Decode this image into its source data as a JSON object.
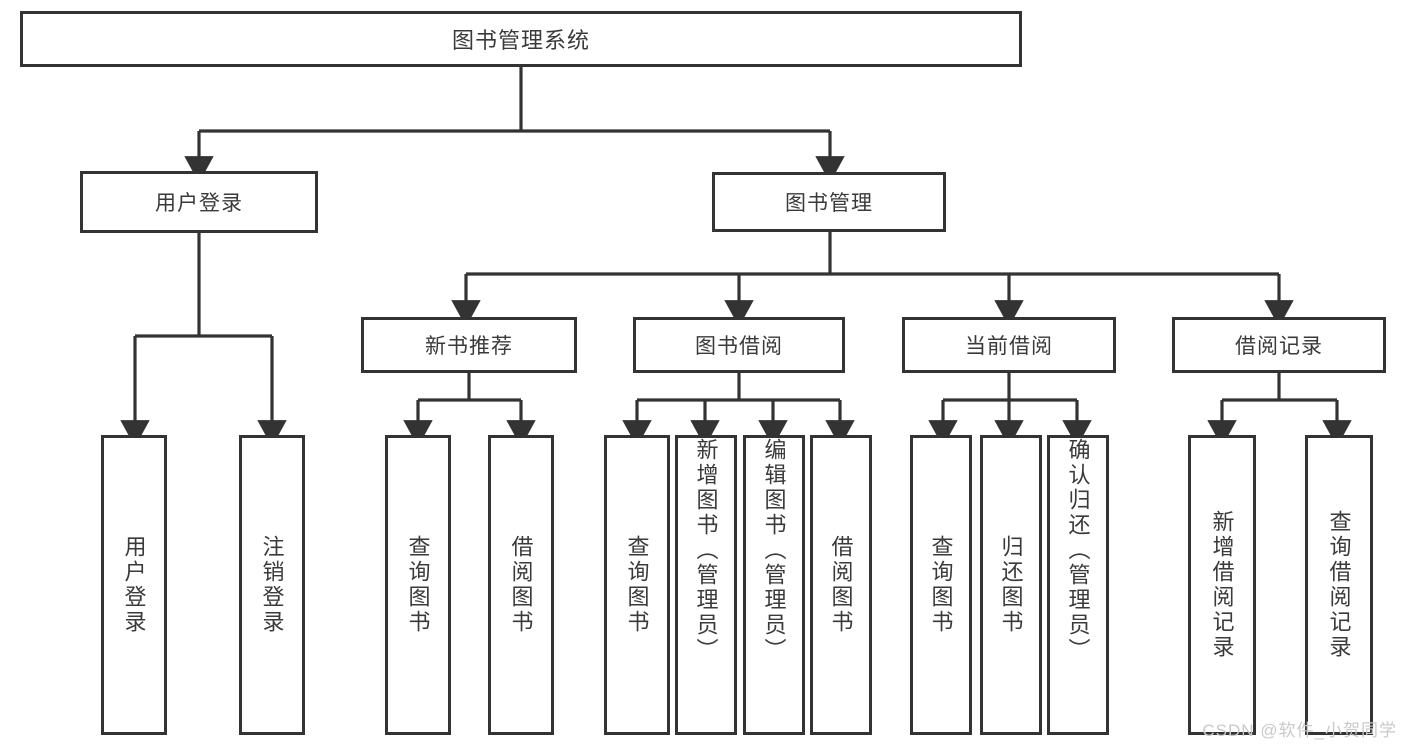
{
  "diagram": {
    "title": "图书管理系统",
    "type": "tree-hierarchy",
    "colors": {
      "box_border": "#333333",
      "box_fill": "#ffffff",
      "connector": "#333333",
      "text": "#3a3a3a",
      "watermark": "#c9c9c9"
    },
    "root": {
      "label": "图书管理系统"
    },
    "level2": [
      {
        "id": "user-login",
        "label": "用户登录"
      },
      {
        "id": "book-manage",
        "label": "图书管理"
      }
    ],
    "level3": [
      {
        "id": "new-book-rec",
        "label": "新书推荐",
        "parent": "book-manage"
      },
      {
        "id": "book-borrow",
        "label": "图书借阅",
        "parent": "book-manage"
      },
      {
        "id": "current-borrow",
        "label": "当前借阅",
        "parent": "book-manage"
      },
      {
        "id": "borrow-record",
        "label": "借阅记录",
        "parent": "book-manage"
      }
    ],
    "leaves": [
      {
        "id": "leaf-user-login",
        "label": "用户登录",
        "parent": "user-login"
      },
      {
        "id": "leaf-logout",
        "label": "注销登录",
        "parent": "user-login"
      },
      {
        "id": "leaf-query-book-1",
        "label": "查询图书",
        "parent": "new-book-rec"
      },
      {
        "id": "leaf-borrow-book-1",
        "label": "借阅图书",
        "parent": "new-book-rec"
      },
      {
        "id": "leaf-query-book-2",
        "label": "查询图书",
        "parent": "book-borrow"
      },
      {
        "id": "leaf-add-book",
        "label": "新增图书（管理员）",
        "parent": "book-borrow"
      },
      {
        "id": "leaf-edit-book",
        "label": "编辑图书（管理员）",
        "parent": "book-borrow"
      },
      {
        "id": "leaf-borrow-book-2",
        "label": "借阅图书",
        "parent": "book-borrow"
      },
      {
        "id": "leaf-query-book-3",
        "label": "查询图书",
        "parent": "current-borrow"
      },
      {
        "id": "leaf-return-book",
        "label": "归还图书",
        "parent": "current-borrow"
      },
      {
        "id": "leaf-confirm-return",
        "label": "确认归还（管理员）",
        "parent": "current-borrow"
      },
      {
        "id": "leaf-add-record",
        "label": "新增借阅记录",
        "parent": "borrow-record"
      },
      {
        "id": "leaf-query-record",
        "label": "查询借阅记录",
        "parent": "borrow-record"
      }
    ]
  },
  "watermark": {
    "text": "CSDN @软件_小贺同学"
  }
}
